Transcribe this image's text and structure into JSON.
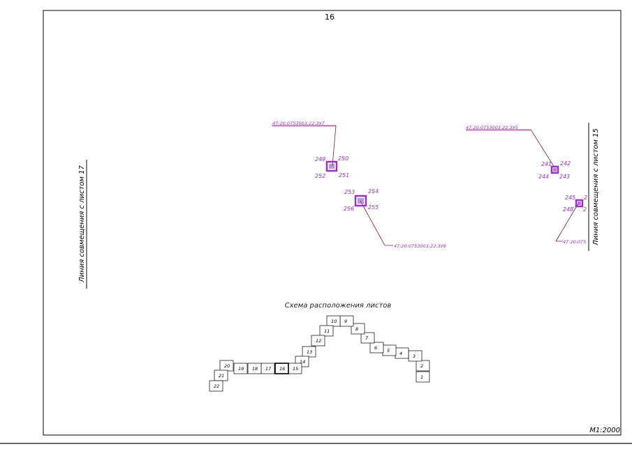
{
  "sheet": {
    "page_number": "16",
    "scale": "М1:2000",
    "left_join_label": "Линия совмещения с листом 17",
    "right_join_label": "Линия совмещения с листом 15",
    "scheme_title": "Схема расположения листов"
  },
  "colors": {
    "frame": "#000000",
    "cadastre": "#9b2fd0",
    "parcel_fill": "#7a2fb5",
    "leader": "#8b1a4a"
  },
  "parcels": [
    {
      "id": "p1",
      "label": "47:20:0753003:22:ЗУ7",
      "points": [
        "249",
        "250",
        "252",
        "251"
      ]
    },
    {
      "id": "p2",
      "label": "47:20:0753003:22:ЗУ8",
      "points": [
        "253",
        "254",
        "256",
        "255"
      ]
    },
    {
      "id": "p3",
      "label": "47:20:0753003:22:ЗУ5",
      "points": [
        "241",
        "242",
        "244",
        "243"
      ]
    },
    {
      "id": "p4",
      "label": "47:20:075",
      "points": [
        "245",
        "2",
        "248",
        "2"
      ]
    }
  ],
  "sheets_index": [
    "1",
    "2",
    "3",
    "4",
    "5",
    "6",
    "7",
    "8",
    "9",
    "10",
    "11",
    "12",
    "13",
    "14",
    "15",
    "16",
    "17",
    "18",
    "19",
    "20",
    "21",
    "22"
  ],
  "current_sheet": "16"
}
